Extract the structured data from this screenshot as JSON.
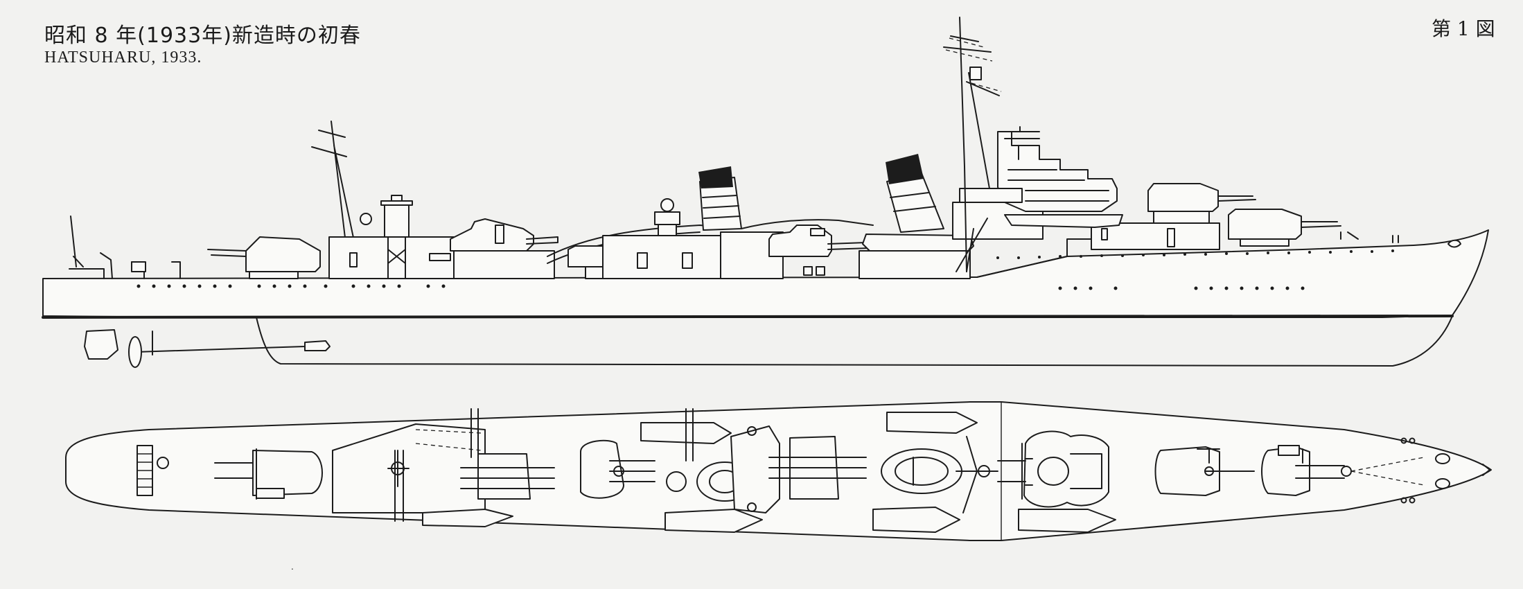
{
  "figure": {
    "title_japanese": "昭和 8 年(1933年)新造時の初春",
    "title_english": "HATSUHARU, 1933.",
    "figure_number": "第 1 図"
  },
  "drawings": {
    "side_profile": {
      "label": "",
      "line_color": "#1c1c1c"
    },
    "top_plan": {
      "label": "",
      "line_color": "#1c1c1c"
    }
  },
  "colors": {
    "background": "#f2f2f0",
    "ink": "#1c1c1c"
  }
}
